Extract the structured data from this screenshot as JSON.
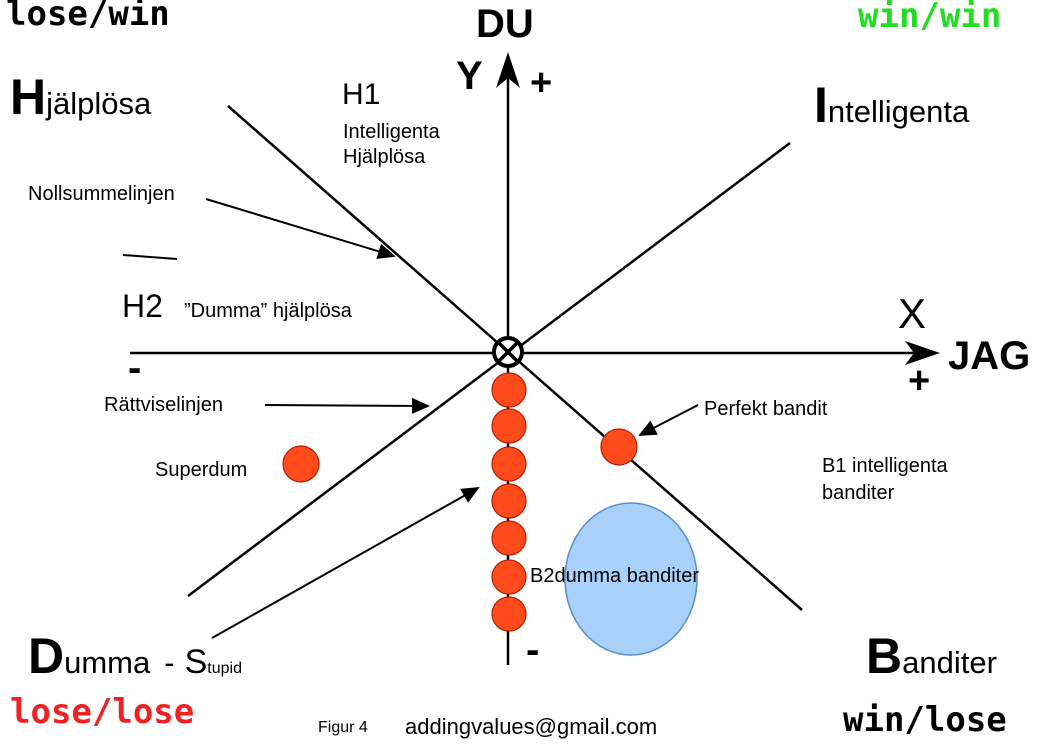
{
  "corners": {
    "top_left_outcome": "lose/win",
    "top_right_outcome": "win/win",
    "bottom_left_outcome": "lose/lose",
    "bottom_right_outcome": "win/lose",
    "colors": {
      "win_win": "#22dd22",
      "lose_lose": "#ee2222",
      "neutral": "#000000"
    }
  },
  "axes": {
    "y_title": "DU",
    "y_letter": "Y",
    "y_positive": "+",
    "y_negative": "-",
    "x_title": "JAG",
    "x_letter": "X",
    "x_positive": "+",
    "x_negative": "-"
  },
  "quadrants": {
    "helpless": {
      "initial": "H",
      "rest": "jälplösa"
    },
    "intelligent": {
      "initial": "I",
      "rest": "ntelligenta"
    },
    "stupid": {
      "initial": "D",
      "rest": "umma",
      "dash": "-",
      "s_initial": "S",
      "s_rest": "tupid"
    },
    "bandits": {
      "initial": "B",
      "rest": "anditer"
    }
  },
  "labels": {
    "h1": "H1",
    "h1_line1": "Intelligenta",
    "h1_line2": "Hjälplösa",
    "zero_sum": "Nollsummelinjen",
    "h2": "H2",
    "h2_desc": "”Dumma” hjälplösa",
    "justice": "Rättviselinjen",
    "superdum": "Superdum",
    "perfect_bandit": "Perfekt bandit",
    "b1_line1": "B1 intelligenta",
    "b1_line2": "banditer",
    "b2_prefix": "B2",
    "b2_rest": "dumma banditer"
  },
  "footer": {
    "figure": "Figur 4",
    "email": "addingvalues@gmail.com"
  },
  "colors": {
    "dot_fill": "#ff4a1c",
    "dot_stroke": "#b02000",
    "ellipse_fill": "#a8d0f8",
    "ellipse_stroke": "#5b8fc9",
    "line": "#000000"
  }
}
